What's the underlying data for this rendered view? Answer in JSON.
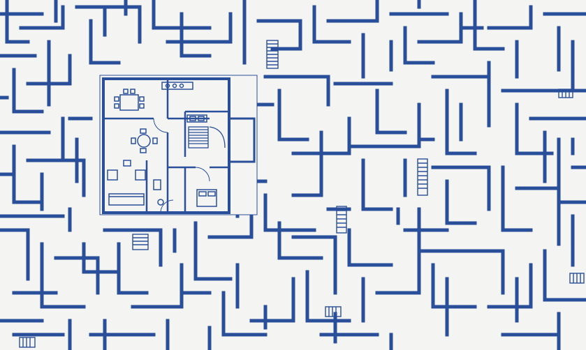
{
  "image": {
    "kind": "blueprint-maze-illustration",
    "subjects": [
      "maze",
      "floor-plan",
      "stairs"
    ]
  },
  "colors": {
    "paper": "#f4f4f2",
    "ink": "#2a4f9a"
  },
  "floor_plan": {
    "rooms": [
      "dining-area",
      "kitchen",
      "living-room",
      "staircase",
      "bathroom",
      "bedroom"
    ],
    "furniture_icons": [
      "dining-table-icon",
      "round-table-icon",
      "sofa-icon",
      "armchair-icon",
      "bed-icon",
      "stove-icon",
      "sink-icon"
    ]
  },
  "maze": {
    "stair_count": 8
  }
}
